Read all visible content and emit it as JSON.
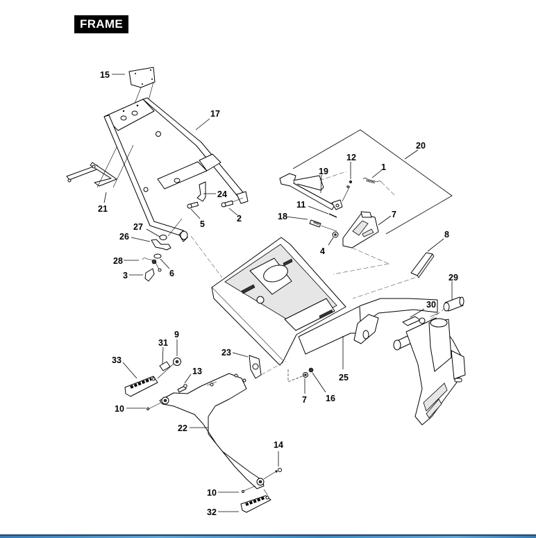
{
  "title": "FRAME",
  "callouts": [
    {
      "id": "15",
      "text": "15"
    },
    {
      "id": "17",
      "text": "17"
    },
    {
      "id": "21",
      "text": "21"
    },
    {
      "id": "24",
      "text": "24"
    },
    {
      "id": "5",
      "text": "5"
    },
    {
      "id": "2",
      "text": "2"
    },
    {
      "id": "27",
      "text": "27"
    },
    {
      "id": "26",
      "text": "26"
    },
    {
      "id": "28",
      "text": "28"
    },
    {
      "id": "6",
      "text": "6"
    },
    {
      "id": "3",
      "text": "3"
    },
    {
      "id": "20",
      "text": "20"
    },
    {
      "id": "12",
      "text": "12"
    },
    {
      "id": "1",
      "text": "1"
    },
    {
      "id": "19",
      "text": "19"
    },
    {
      "id": "11",
      "text": "11"
    },
    {
      "id": "18",
      "text": "18"
    },
    {
      "id": "4",
      "text": "4"
    },
    {
      "id": "7a",
      "text": "7"
    },
    {
      "id": "8",
      "text": "8"
    },
    {
      "id": "29",
      "text": "29"
    },
    {
      "id": "30",
      "text": "30"
    },
    {
      "id": "23",
      "text": "23"
    },
    {
      "id": "25",
      "text": "25"
    },
    {
      "id": "7b",
      "text": "7"
    },
    {
      "id": "16",
      "text": "16"
    },
    {
      "id": "9",
      "text": "9"
    },
    {
      "id": "31",
      "text": "31"
    },
    {
      "id": "33",
      "text": "33"
    },
    {
      "id": "13",
      "text": "13"
    },
    {
      "id": "10a",
      "text": "10"
    },
    {
      "id": "22",
      "text": "22"
    },
    {
      "id": "14",
      "text": "14"
    },
    {
      "id": "10b",
      "text": "10"
    },
    {
      "id": "32",
      "text": "32"
    }
  ],
  "colors": {
    "title_bg": "#000000",
    "title_fg": "#ffffff",
    "footer_dark": "#1f4e79",
    "footer_light": "#5aaee0"
  }
}
